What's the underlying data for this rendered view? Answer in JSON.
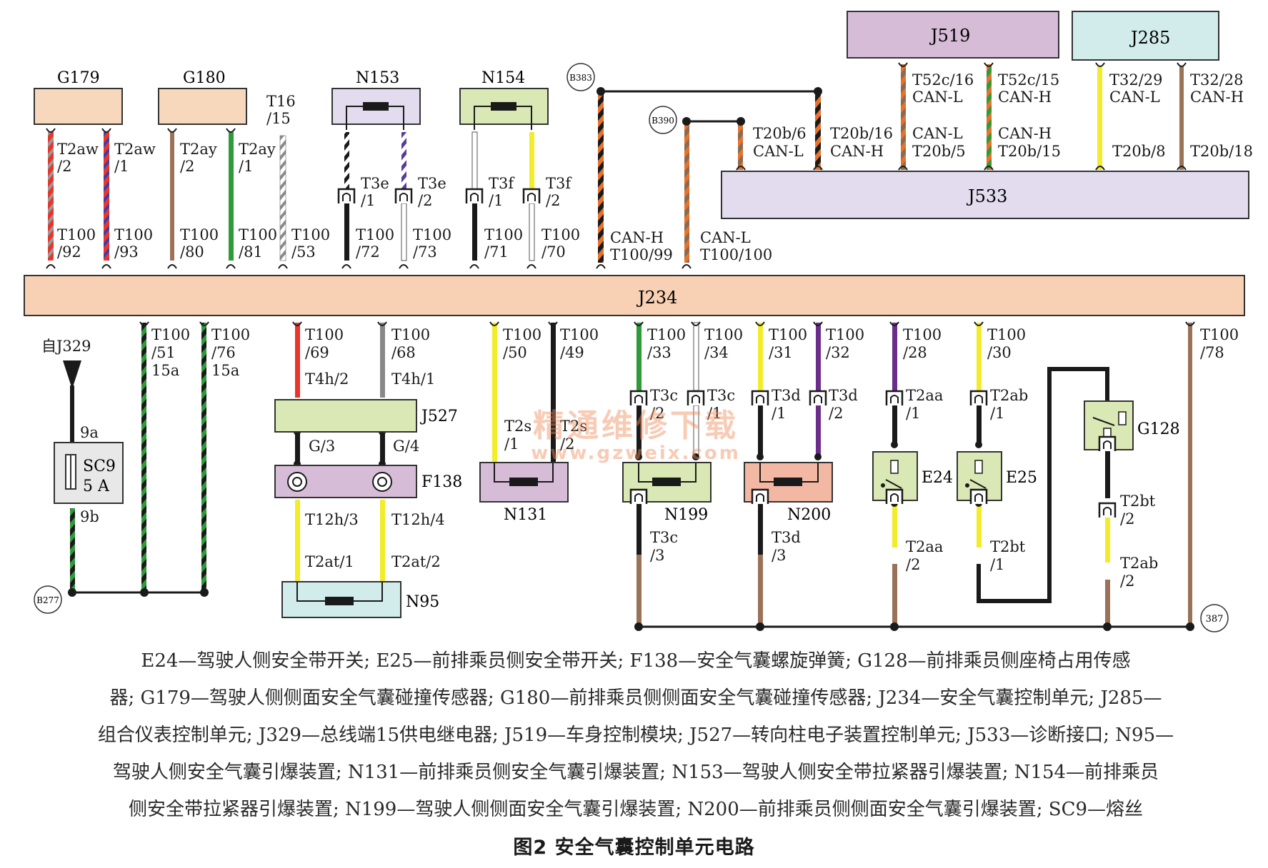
{
  "components": {
    "G179": "G179",
    "G180": "G180",
    "N153": "N153",
    "N154": "N154",
    "J519": "J519",
    "J285": "J285",
    "J533": "J533",
    "J234": "J234",
    "J527": "J527",
    "F138": "F138",
    "N95": "N95",
    "N131": "N131",
    "N199": "N199",
    "N200": "N200",
    "E24": "E24",
    "E25": "E25",
    "G128": "G128",
    "SC9": "SC9",
    "SC9_amp": "5 A",
    "B383": "B383",
    "B390": "B390",
    "B277": "B277",
    "387": "387",
    "from_j329": "自J329"
  },
  "pins": {
    "g179_a": "T2aw",
    "g179_a2": "/2",
    "g179_b": "T2aw",
    "g179_b2": "/1",
    "g180_a": "T2ay",
    "g180_a2": "/2",
    "g180_b": "T2ay",
    "g180_b2": "/1",
    "t16": "T16",
    "t16_2": "/15",
    "n153_a": "T3e",
    "n153_a2": "/1",
    "n153_b": "T3e",
    "n153_b2": "/2",
    "n154_a": "T3f",
    "n154_a2": "/1",
    "n154_b": "T3f",
    "n154_b2": "/2",
    "t100_92": "T100",
    "t100_92b": "/92",
    "t100_93": "T100",
    "t100_93b": "/93",
    "t100_80": "T100",
    "t100_80b": "/80",
    "t100_81": "T100",
    "t100_81b": "/81",
    "t100_53": "T100",
    "t100_53b": "/53",
    "t100_72": "T100",
    "t100_72b": "/72",
    "t100_73": "T100",
    "t100_73b": "/73",
    "t100_71": "T100",
    "t100_71b": "/71",
    "t100_70": "T100",
    "t100_70b": "/70",
    "canh_top": "CAN-H",
    "t100_99": "T100/99",
    "canl_top": "CAN-L",
    "t100_100": "T100/100",
    "t20b6": "T20b/6",
    "t20b6_sig": "CAN-L",
    "t20b16": "T20b/16",
    "t20b16_sig": "CAN-H",
    "t52c16": "T52c/16",
    "t52c16_sig": "CAN-L",
    "t52c15": "T52c/15",
    "t52c15_sig": "CAN-H",
    "t20b5_sig": "CAN-L",
    "t20b5": "T20b/5",
    "t20b15_sig": "CAN-H",
    "t20b15": "T20b/15",
    "t32_29": "T32/29",
    "t32_29_sig": "CAN-L",
    "t32_28": "T32/28",
    "t32_28_sig": "CAN-H",
    "t20b8": "T20b/8",
    "t20b18": "T20b/18",
    "t100_51": "T100",
    "t100_51b": "/51",
    "t100_51c": "15a",
    "t100_76": "T100",
    "t100_76b": "/76",
    "t100_76c": "15a",
    "t100_69": "T100",
    "t100_69b": "/69",
    "t4h2": "T4h/2",
    "t100_68": "T100",
    "t100_68b": "/68",
    "t4h1": "T4h/1",
    "g3": "G/3",
    "g4": "G/4",
    "t12h3": "T12h/3",
    "t12h4": "T12h/4",
    "t2at1": "T2at/1",
    "t2at2": "T2at/2",
    "t100_50": "T100",
    "t100_50b": "/50",
    "t100_49": "T100",
    "t100_49b": "/49",
    "t2s1": "T2s",
    "t2s1b": "/1",
    "t2s2": "T2s",
    "t2s2b": "/2",
    "t100_33": "T100",
    "t100_33b": "/33",
    "t100_34": "T100",
    "t100_34b": "/34",
    "t3c2": "T3c",
    "t3c2b": "/2",
    "t3c1": "T3c",
    "t3c1b": "/1",
    "t3c3": "T3c",
    "t3c3b": "/3",
    "t100_31": "T100",
    "t100_31b": "/31",
    "t100_32": "T100",
    "t100_32b": "/32",
    "t3d1": "T3d",
    "t3d1b": "/1",
    "t3d2": "T3d",
    "t3d2b": "/2",
    "t3d3": "T3d",
    "t3d3b": "/3",
    "t100_28": "T100",
    "t100_28b": "/28",
    "t2aa1": "T2aa",
    "t2aa1b": "/1",
    "t2aa2": "T2aa",
    "t2aa2b": "/2",
    "t100_30": "T100",
    "t100_30b": "/30",
    "t2ab1": "T2ab",
    "t2ab1b": "/1",
    "t2bt1": "T2bt",
    "t2bt1b": "/1",
    "t2bt2": "T2bt",
    "t2bt2b": "/2",
    "t2ab2": "T2ab",
    "t2ab2b": "/2",
    "t100_78": "T100",
    "t100_78b": "/78",
    "sc9_9a": "9a",
    "sc9_9b": "9b"
  },
  "watermark": {
    "line1": "精通维修下载",
    "line2": "www.gzweix.com"
  },
  "caption": {
    "line1": "E24—驾驶人侧安全带开关; E25—前排乘员侧安全带开关; F138—安全气囊螺旋弹簧; G128—前排乘员侧座椅占用传感",
    "line2": "器; G179—驾驶人侧侧面安全气囊碰撞传感器; G180—前排乘员侧侧面安全气囊碰撞传感器; J234—安全气囊控制单元; J285—",
    "line3": "组合仪表控制单元; J329—总线端15供电继电器; J519—车身控制模块; J527—转向柱电子装置控制单元; J533—诊断接口; N95—",
    "line4": "驾驶人侧安全气囊引爆装置; N131—前排乘员侧安全气囊引爆装置; N153—驾驶人侧安全带拉紧器引爆装置; N154—前排乘员",
    "line5": "侧安全带拉紧器引爆装置; N199—驾驶人侧侧面安全气囊引爆装置; N200—前排乘员侧侧面安全气囊引爆装置; SC9—熔丝"
  },
  "figure_title": "图2   安全气囊控制单元电路",
  "colors": {
    "orange_box": "#f8d8bc",
    "pink_box": "#f2b8a4",
    "purple_box": "#d6bcd6",
    "green_box": "#d9e8b4",
    "cyan_box": "#d2ecec",
    "lavender_box": "#e2dcee",
    "wire_red": "#e8362c",
    "wire_blue": "#3a3fae",
    "wire_brown": "#9a7258",
    "wire_green": "#2e9a3a",
    "wire_yellow": "#f2ec2a",
    "wire_purple": "#6a2e8a",
    "wire_orange": "#e8722a",
    "wire_black": "#1a1a1a",
    "wire_gray": "#888888"
  }
}
